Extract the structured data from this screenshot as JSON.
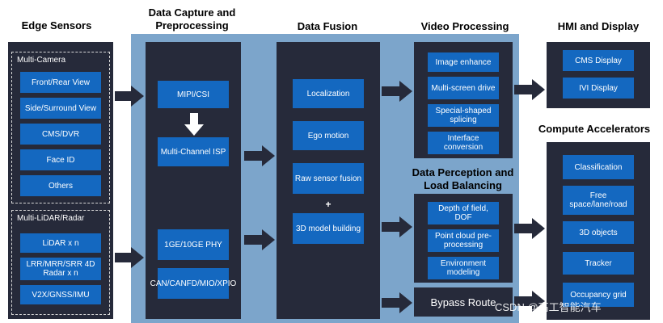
{
  "titles": {
    "edge_sensors": "Edge Sensors",
    "capture": "Data Capture and Preprocessing",
    "fusion": "Data Fusion",
    "video": "Video Processing",
    "hmi": "HMI and Display",
    "compute": "Compute Accelerators",
    "perception": "Data Perception and Load Balancing"
  },
  "edge": {
    "camera_group": "Multi-Camera",
    "camera_items": [
      "Front/Rear View",
      "Side/Surround View",
      "CMS/DVR",
      "Face ID",
      "Others"
    ],
    "lidar_group": "Multi-LiDAR/Radar",
    "lidar_items": [
      "LiDAR x n",
      "LRR/MRR/SRR 4D Radar x n",
      "V2X/GNSS/IMU"
    ]
  },
  "capture": {
    "items": [
      "MIPI/CSI",
      "Multi-Channel ISP",
      "1GE/10GE PHY",
      "CAN/CANFD/MIO/XPIO"
    ]
  },
  "fusion": {
    "items": [
      "Localization",
      "Ego motion",
      "Raw sensor fusion",
      "3D model building"
    ],
    "plus": "+"
  },
  "video": {
    "items": [
      "Image enhance",
      "Multi-screen drive",
      "Special-shaped splicing",
      "Interface conversion"
    ]
  },
  "perception": {
    "items": [
      "Depth of field, DOF",
      "Point cloud pre-processing",
      "Environment modeling"
    ]
  },
  "bypass": "Bypass Route",
  "hmi": {
    "items": [
      "CMS Display",
      "IVI Display"
    ]
  },
  "compute": {
    "items": [
      "Classification",
      "Free space/lane/road",
      "3D objects",
      "Tracker",
      "Occupancy grid"
    ]
  },
  "watermark": "CSDN @高工智能汽车",
  "colors": {
    "panel": "#262a3a",
    "box": "#1468c0",
    "background_band": "#7ca5cb",
    "arrow": "#262a3a"
  }
}
